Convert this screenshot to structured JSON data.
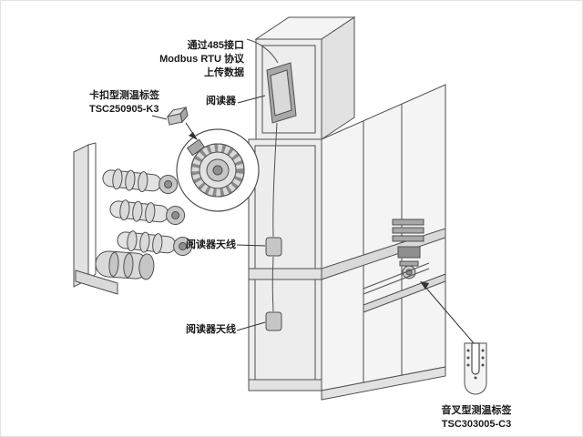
{
  "page": {
    "background": "#ffffff",
    "border": "#e3e3e3"
  },
  "colors": {
    "line": "#4f4f4f",
    "leader": "#333333",
    "fill_light": "#ededed",
    "fill_mid": "#d9d9d9",
    "fill_dark": "#a8a8a8",
    "text": "#1a1a1a"
  },
  "labels": {
    "upload_line1": "通过485接口",
    "upload_line2": "Modbus RTU 协议",
    "upload_line3": "上传数据",
    "reader": "阅读器",
    "clip_tag_name": "卡扣型测温标签",
    "clip_tag_model": "TSC250905-K3",
    "antenna_top": "阅读器天线",
    "antenna_bottom": "阅读器天线",
    "fork_tag_name": "音叉型测温标签",
    "fork_tag_model": "TSC303005-C3"
  }
}
